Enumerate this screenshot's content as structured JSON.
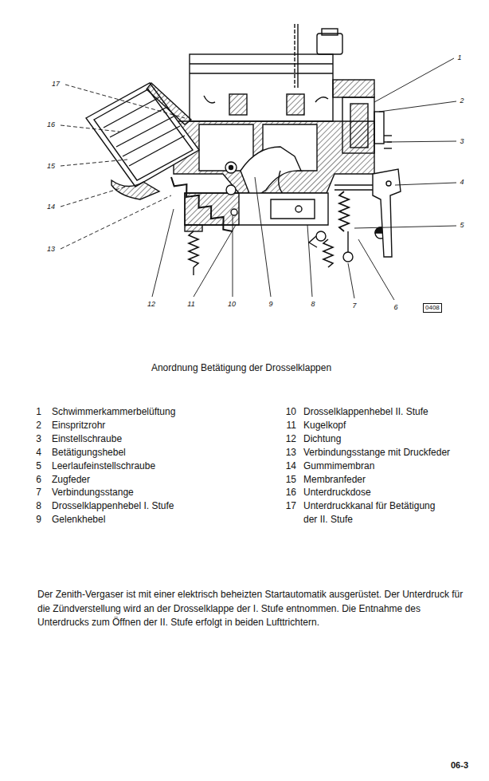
{
  "diagram": {
    "caption": "Anordnung Betätigung der Drosselklappen",
    "nodes": [
      {
        "text": [
          "0408"
        ]
      }
    ],
    "labels": [
      "1",
      "2",
      "3",
      "4",
      "5",
      "17",
      "16",
      "15",
      "14",
      "13",
      "12",
      "11",
      "10",
      "9",
      "8",
      "7",
      "6",
      "1",
      "Schwimmerkammerbelüftung",
      "2",
      "Einspritzrohr",
      "3",
      "Einstellschraube",
      "4",
      "Betätigungshebel",
      "5",
      "Leerlaufeinstellschraube",
      "6",
      "Zugfeder",
      "7",
      "Verbindungsstange",
      "8",
      "Drosselklappenhebel I. Stufe",
      "9",
      "Gelenkhebel",
      "10",
      "Drosselklappenhebel II. Stufe",
      "11",
      "Kugelkopf",
      "12",
      "Dichtung",
      "13",
      "Verbindungsstange mit Druckfeder",
      "14",
      "Gummimembran",
      "15",
      "Membranfeder",
      "16",
      "Unterdruckdose",
      "17",
      "Unterdruckkanal für Betätigung der II. Stufe",
      "Der Zenith-Vergaser ist mit einer elektrisch beheizten Startautomatik ausgerüstet. Der Unterdruck für die Zündverstellung wird an der Drosselklappe der I. Stufe entnommen. Die Entnahme des Unterdrucks zum Öffnen der II. Stufe erfolgt in beiden Lufttrichtern.",
      "06-3"
    ]
  }
}
